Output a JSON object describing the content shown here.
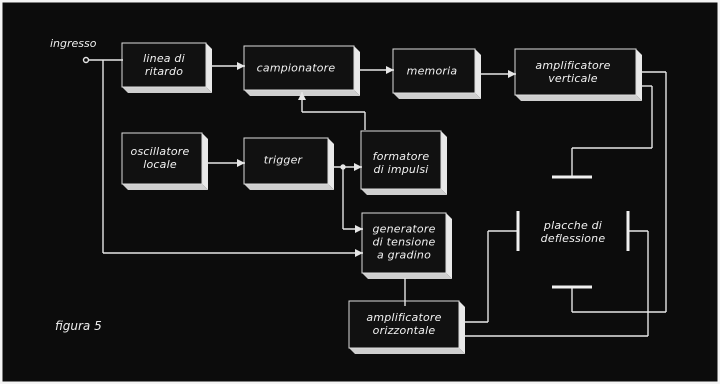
{
  "diagram": {
    "title": "figura 5",
    "input_label": "ingresso",
    "blocks": {
      "linea_ritardo": "linea di\nritardo",
      "campionatore": "campionatore",
      "memoria": "memoria",
      "amp_verticale": "amplificatore\nverticale",
      "oscillatore": "oscillatore\nlocale",
      "trigger": "trigger",
      "formatore": "formatore\ndi impulsi",
      "generatore": "generatore\ndi tensione\na gradino",
      "amp_orizzontale": "amplificatore\norizzontale"
    },
    "plates_label": "placche di\ndeflessione"
  },
  "colors": {
    "background": "#0c0c0c",
    "block_face": "#111111",
    "block_side": "#e9e9e9",
    "line": "#e6e6e6",
    "border": "#f4f4f4"
  }
}
